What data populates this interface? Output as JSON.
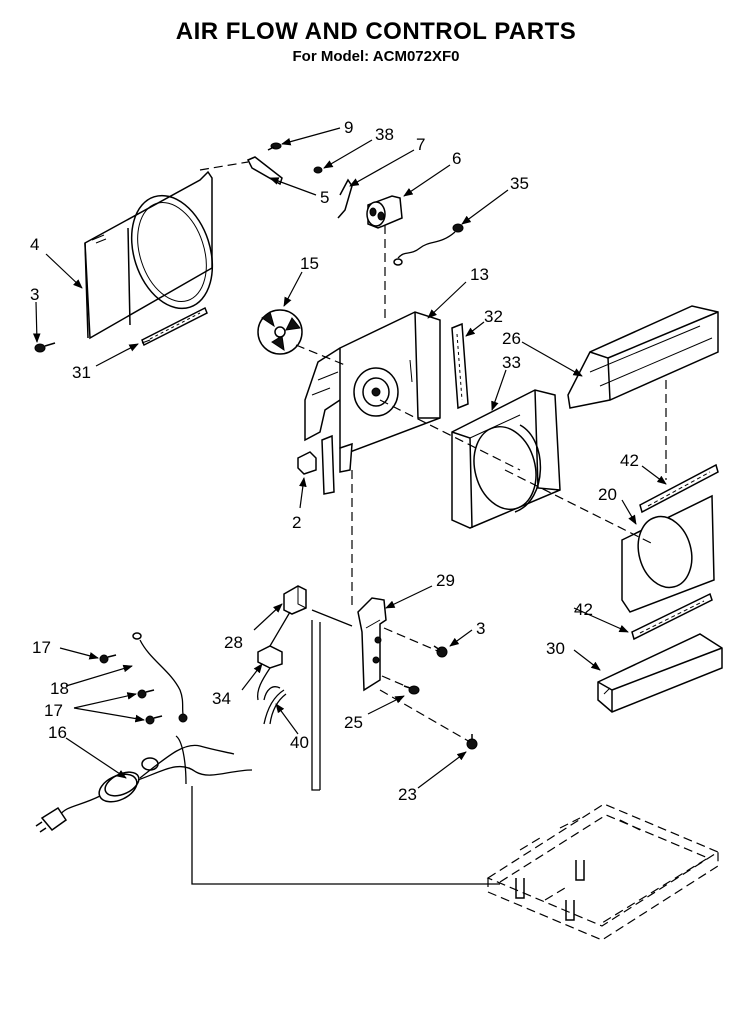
{
  "title": "AIR FLOW AND CONTROL PARTS",
  "subtitle": "For Model: ACM072XF0",
  "callouts": [
    "9",
    "38",
    "7",
    "6",
    "5",
    "35",
    "4",
    "15",
    "13",
    "3",
    "32",
    "26",
    "33",
    "31",
    "42",
    "20",
    "2",
    "29",
    "28",
    "17",
    "18",
    "34",
    "25",
    "40",
    "16",
    "30",
    "23"
  ]
}
